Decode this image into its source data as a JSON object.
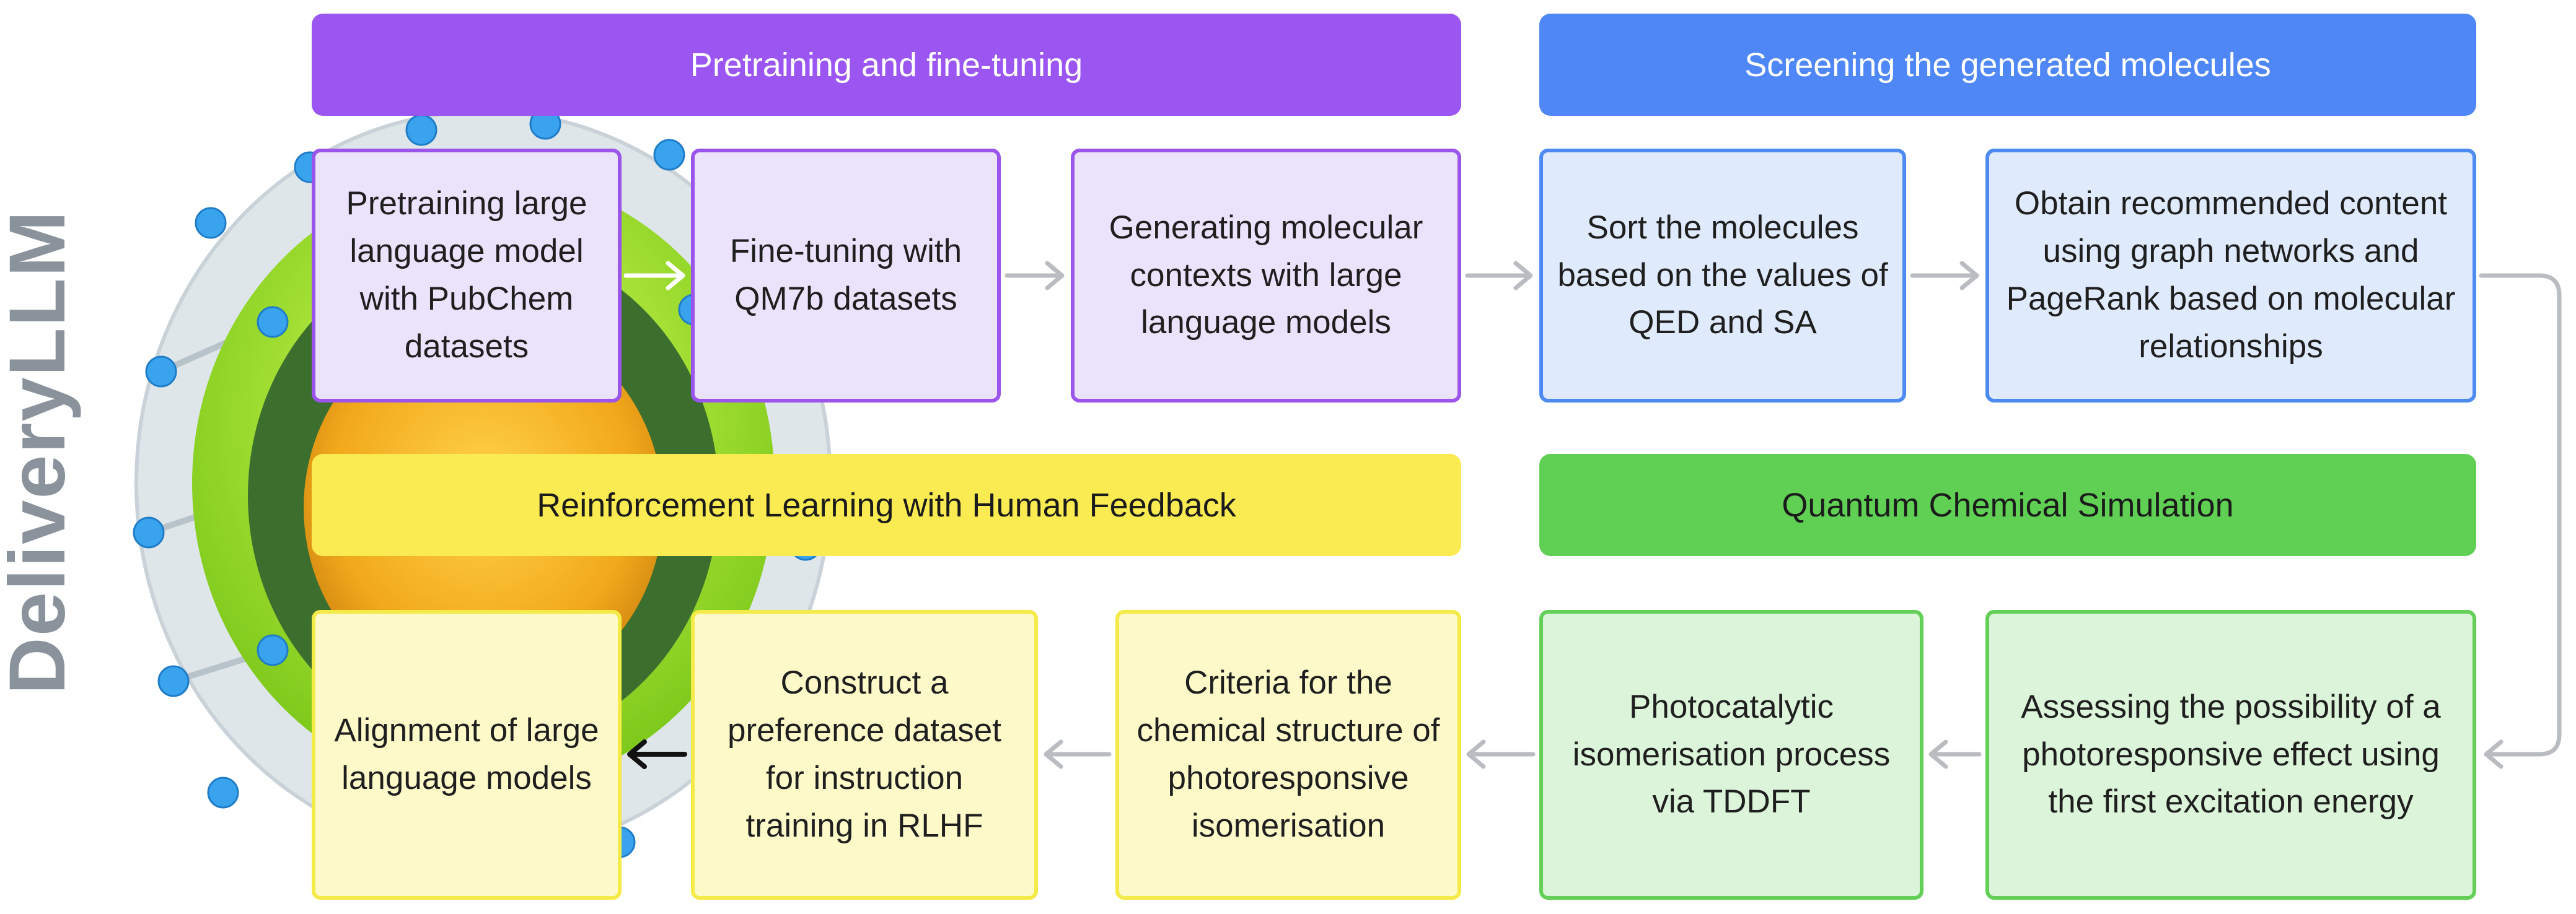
{
  "side_title": "DeliveryLLM",
  "colors": {
    "purple_header": "#9b55f0",
    "blue_header": "#4f88f6",
    "yellow_header": "#fbeb52",
    "green_header": "#60d055",
    "arrow_gray": "#b9bcc0"
  },
  "illustration": "nanoparticle-cage-illustration",
  "sections": {
    "pretraining": {
      "header": "Pretraining and fine-tuning",
      "boxes": [
        "Pretraining large language model with PubChem datasets",
        "Fine-tuning with QM7b datasets",
        "Generating molecular contexts with large language models"
      ]
    },
    "screening": {
      "header": "Screening the generated molecules",
      "boxes": [
        "Sort the molecules based on the values of QED and SA",
        "Obtain recommended content using graph networks and PageRank based on molecular relationships"
      ]
    },
    "rlhf": {
      "header": "Reinforcement Learning with Human Feedback",
      "boxes": [
        "Alignment of large language models",
        "Construct a preference dataset for instruction training in RLHF",
        "Criteria for the chemical structure of photoresponsive isomerisation"
      ]
    },
    "quantum": {
      "header": "Quantum Chemical Simulation",
      "boxes": [
        "Photocatalytic isomerisation process via TDDFT",
        "Assessing the possibility of a photoresponsive effect using the first excitation energy"
      ]
    }
  }
}
